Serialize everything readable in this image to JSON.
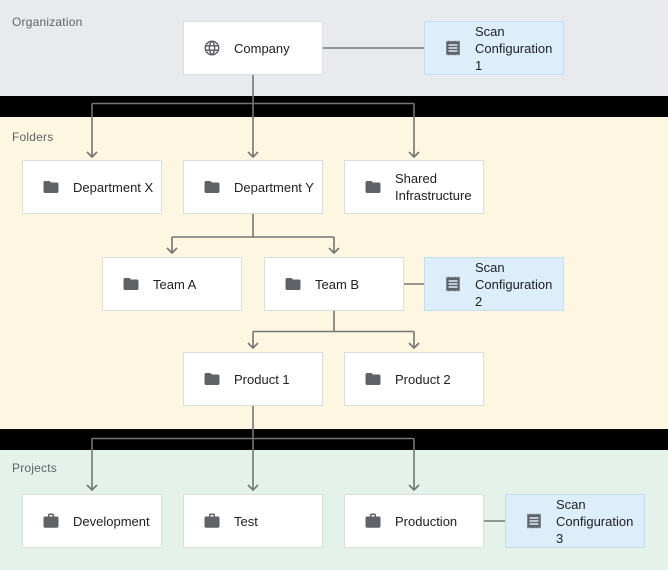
{
  "sections": {
    "organization": {
      "label": "Organization"
    },
    "folders": {
      "label": "Folders"
    },
    "projects": {
      "label": "Projects"
    }
  },
  "nodes": {
    "company": {
      "label": "Company",
      "icon": "globe-icon"
    },
    "scan1": {
      "label": "Scan Configuration 1",
      "icon": "receipt-icon"
    },
    "department_x": {
      "label": "Department X",
      "icon": "folder-icon"
    },
    "department_y": {
      "label": "Department Y",
      "icon": "folder-icon"
    },
    "shared_infrastructure": {
      "label": "Shared Infrastructure",
      "icon": "folder-icon"
    },
    "team_a": {
      "label": "Team A",
      "icon": "folder-icon"
    },
    "team_b": {
      "label": "Team B",
      "icon": "folder-icon"
    },
    "scan2": {
      "label": "Scan Configuration 2",
      "icon": "receipt-icon"
    },
    "product_1": {
      "label": "Product 1",
      "icon": "folder-icon"
    },
    "product_2": {
      "label": "Product 2",
      "icon": "folder-icon"
    },
    "development": {
      "label": "Development",
      "icon": "briefcase-icon"
    },
    "test": {
      "label": "Test",
      "icon": "briefcase-icon"
    },
    "production": {
      "label": "Production",
      "icon": "briefcase-icon"
    },
    "scan3": {
      "label": "Scan Configuration 3",
      "icon": "receipt-icon"
    }
  },
  "colors": {
    "organization_bg": "#e8eaed",
    "folders_bg": "#fdf7e2",
    "projects_bg": "#e4f2e9",
    "scan_bg": "#ddeefb",
    "scan_border": "#c6dcec",
    "node_bg": "#ffffff",
    "node_border": "#dadce0",
    "divider": "#000000",
    "connector": "#757575",
    "icon": "#5f6368",
    "label_text": "#202124",
    "section_label": "#5f6368"
  }
}
